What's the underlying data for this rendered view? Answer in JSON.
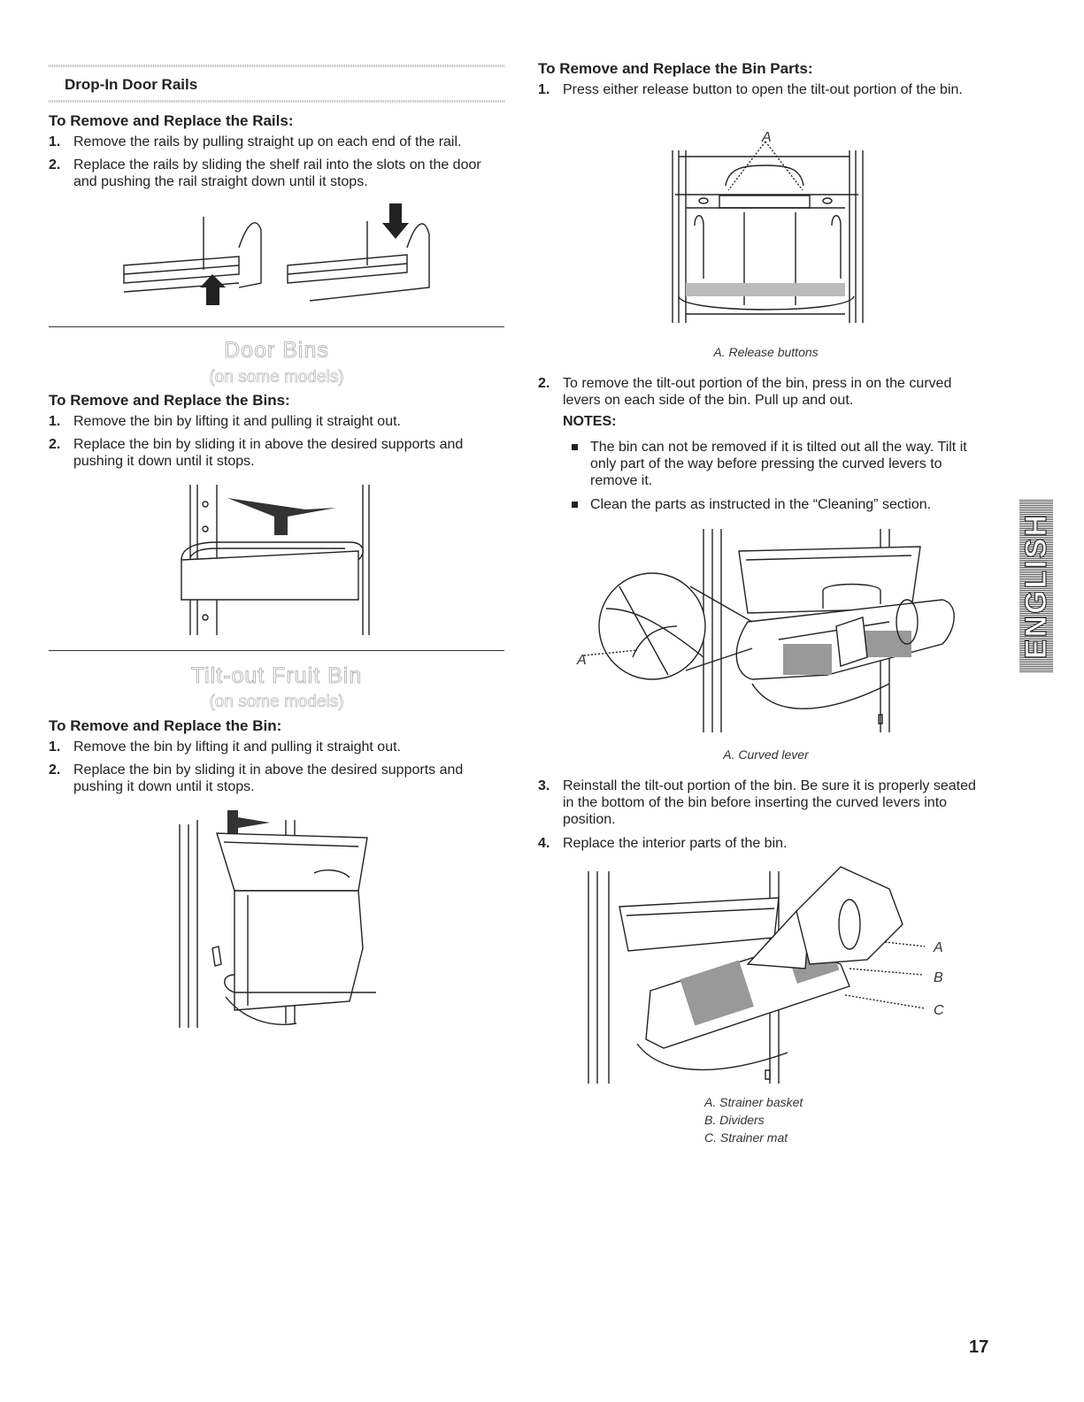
{
  "left": {
    "rails": {
      "section_title": "Drop-In Door Rails",
      "heading": "To Remove and Replace the Rails:",
      "steps": [
        {
          "n": "1.",
          "text": "Remove the rails by pulling straight up on each end of the rail."
        },
        {
          "n": "2.",
          "text": "Replace the rails by sliding the shelf rail into the slots on the door and pushing the rail straight down until it stops."
        }
      ]
    },
    "bins": {
      "title": "Door Bins",
      "subtitle": "(on some models)",
      "heading": "To Remove and Replace the Bins:",
      "steps": [
        {
          "n": "1.",
          "text": "Remove the bin by lifting it and pulling it straight out."
        },
        {
          "n": "2.",
          "text": "Replace the bin by sliding it in above the desired supports and pushing it down until it stops."
        }
      ]
    },
    "fruit": {
      "title": "Tilt-out Fruit Bin",
      "subtitle": "(on some models)",
      "heading": "To Remove and Replace the Bin:",
      "steps": [
        {
          "n": "1.",
          "text": "Remove the bin by lifting it and pulling it straight out."
        },
        {
          "n": "2.",
          "text": "Replace the bin by sliding it in above the desired supports and pushing it down until it stops."
        }
      ]
    }
  },
  "right": {
    "heading": "To Remove and Replace the Bin Parts:",
    "step1": {
      "n": "1.",
      "text": "Press either release button to open the tilt-out portion of the bin."
    },
    "fig1_label": "A",
    "fig1_caption": "A. Release buttons",
    "step2": {
      "n": "2.",
      "text": "To remove the tilt-out portion of the bin, press in on the curved levers on each side of the bin. Pull up and out."
    },
    "notes_label": "NOTES:",
    "notes": [
      "The bin can not be removed if it is tilted out all the way. Tilt it only part of the way before pressing the curved levers to remove it.",
      "Clean the parts as instructed in the “Cleaning” section."
    ],
    "fig2_label": "A",
    "fig2_caption": "A. Curved lever",
    "step3": {
      "n": "3.",
      "text": "Reinstall the tilt-out portion of the bin. Be sure it is properly seated in the bottom of the bin before inserting the curved levers into position."
    },
    "step4": {
      "n": "4.",
      "text": "Replace the interior parts of the bin."
    },
    "fig3_labels": [
      "A",
      "B",
      "C"
    ],
    "fig3_captions": [
      "A. Strainer basket",
      "B. Dividers",
      "C. Strainer mat"
    ]
  },
  "side_tab": "ENGLISH",
  "page_number": "17"
}
